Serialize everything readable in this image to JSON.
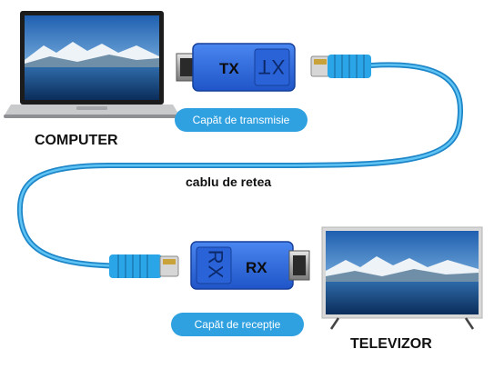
{
  "labels": {
    "computer": "COMPUTER",
    "televizor": "TELEVIZOR",
    "cable": "cablu de retea",
    "tx": "TX",
    "rx": "RX",
    "tx_side": "TX",
    "rx_side": "RX"
  },
  "badges": {
    "transmit": "Capăt de transmisie",
    "receive": "Capăt de recepție"
  },
  "colors": {
    "adapter_blue": "#2f6fe0",
    "cable_blue": "#2aa6e8",
    "badge_blue": "#2fa0e0"
  },
  "icons": [
    "laptop-icon",
    "tv-icon",
    "rj45-plug-icon",
    "hdmi-plug-icon"
  ]
}
